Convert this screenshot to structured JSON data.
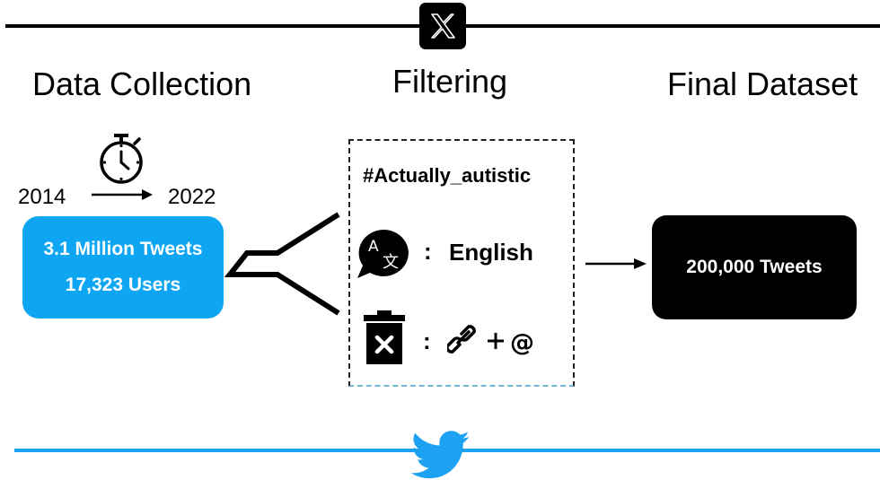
{
  "steps": {
    "collection": "Data Collection",
    "filtering": "Filtering",
    "final": "Final Dataset"
  },
  "timeline": {
    "start": "2014",
    "end": "2022"
  },
  "collection_box": {
    "line1": "3.1 Million Tweets",
    "line2": "17,323 Users"
  },
  "filter_box": {
    "hashtag": "#Actually_autistic",
    "colon": ":",
    "language": "English"
  },
  "final_box": {
    "label": "200,000 Tweets"
  },
  "colors": {
    "twitter_blue": "#1da1f2",
    "box_blue": "#0ea5f3",
    "black": "#000000"
  },
  "icons": [
    "x-logo-icon",
    "stopwatch-icon",
    "translate-icon",
    "trash-icon",
    "link-icon",
    "twitter-bird-icon"
  ]
}
